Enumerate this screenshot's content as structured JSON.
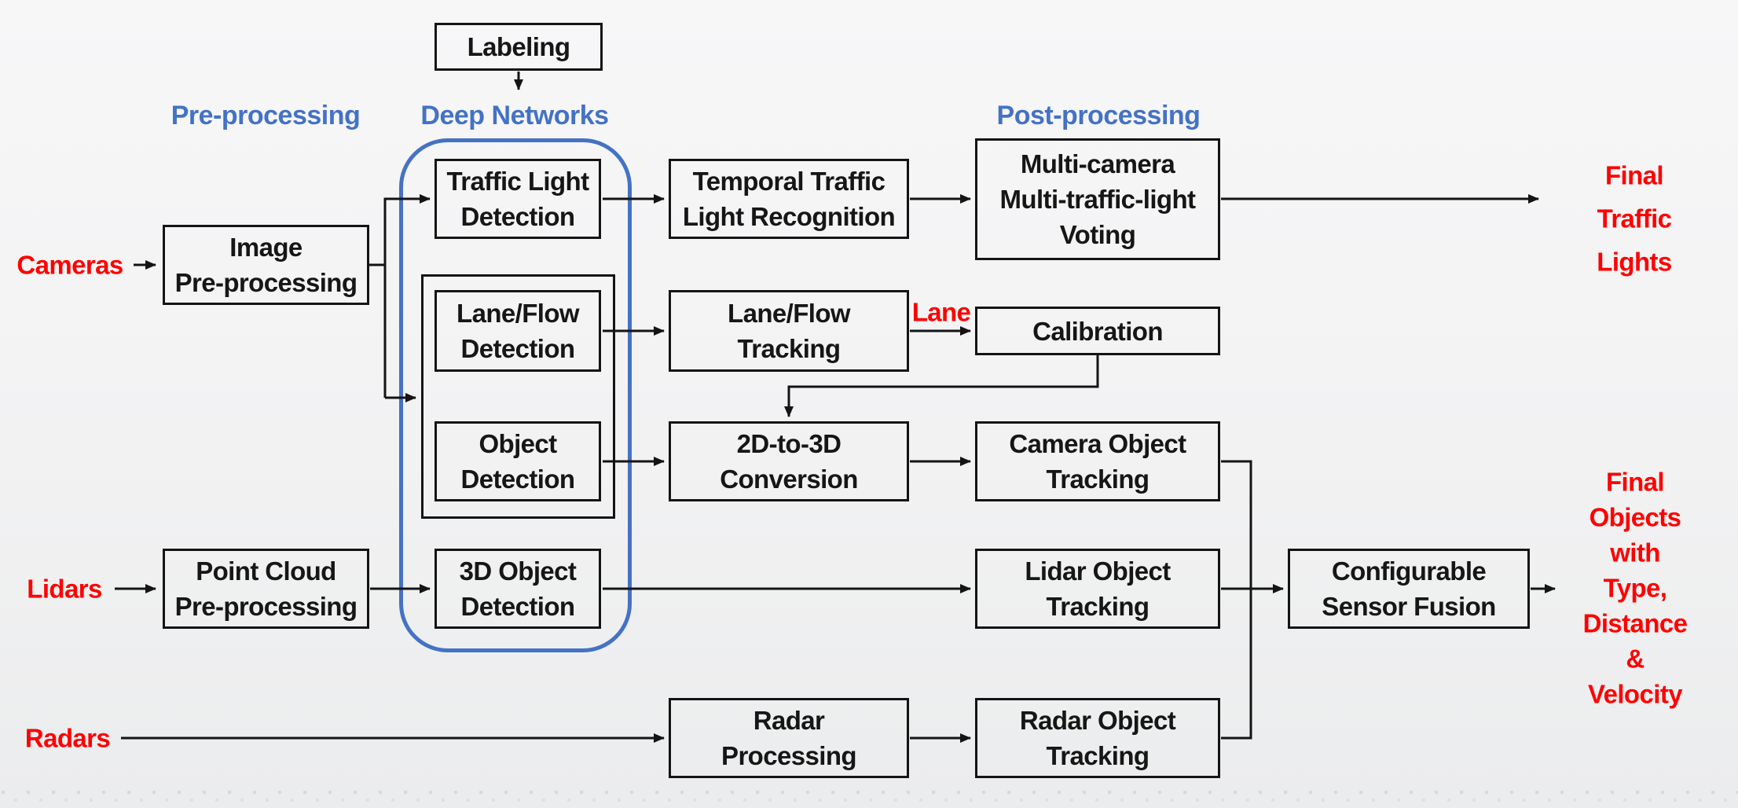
{
  "headers": {
    "pre_processing": "Pre-processing",
    "deep_networks": "Deep Networks",
    "post_processing": "Post-processing"
  },
  "nodes": {
    "labeling": "Labeling",
    "image_preprocessing": "Image\nPre-processing",
    "traffic_light_detection": "Traffic Light\nDetection",
    "lane_flow_detection": "Lane/Flow\nDetection",
    "object_detection": "Object\nDetection",
    "threed_object_detection": "3D Object\nDetection",
    "point_cloud_preprocessing": "Point Cloud\nPre-processing",
    "temporal_traffic_light_recognition": "Temporal Traffic\nLight Recognition",
    "lane_flow_tracking": "Lane/Flow\nTracking",
    "calibration": "Calibration",
    "conversion_2d_to_3d": "2D-to-3D\nConversion",
    "radar_processing": "Radar\nProcessing",
    "multi_camera_voting": "Multi-camera\nMulti-traffic-light\nVoting",
    "camera_object_tracking": "Camera Object\nTracking",
    "lidar_object_tracking": "Lidar Object\nTracking",
    "radar_object_tracking": "Radar Object\nTracking",
    "configurable_sensor_fusion": "Configurable\nSensor Fusion"
  },
  "sources": {
    "cameras": "Cameras",
    "lidars": "Lidars",
    "radars": "Radars"
  },
  "outputs": {
    "final_traffic_lights": "Final\nTraffic Lights",
    "final_objects": "Final Objects\nwith Type,\nDistance &\nVelocity"
  },
  "edge_labels": {
    "lane": "Lane"
  },
  "colors": {
    "section_header_blue": "#4472C4",
    "deep_networks_outline_blue": "#4472C4",
    "io_label_red": "#FF0000",
    "box_border_black": "#141414",
    "background_gray": "#F2F2F3"
  }
}
